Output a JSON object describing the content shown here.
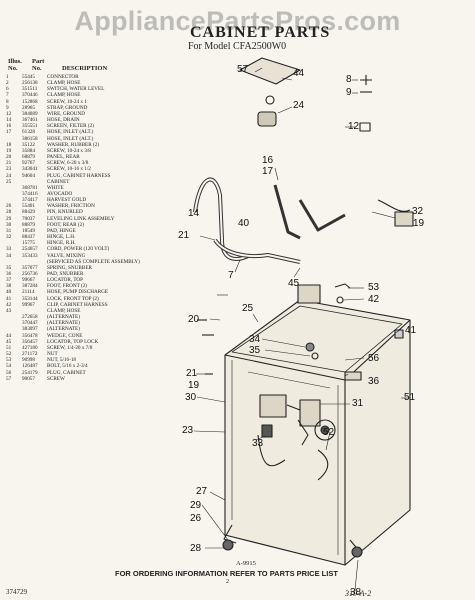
{
  "watermark": "AppliancePartsPros.com",
  "header": {
    "title": "CABINET PARTS",
    "subtitle": "For Model CFA2500W0"
  },
  "parts_header": {
    "illus_no": "Illus.\nNo.",
    "part_no": "Part\nNo.",
    "description": "DESCRIPTION"
  },
  "parts": [
    {
      "illus": "1",
      "part": "55445",
      "desc": "CONNECTOR"
    },
    {
      "illus": "2",
      "part": "256138",
      "desc": "CLAMP, HOSE"
    },
    {
      "illus": "6",
      "part": "351511",
      "desc": "SWITCH, WATER LEVEL"
    },
    {
      "illus": "7",
      "part": "370446",
      "desc": "CLAMP, HOSE"
    },
    {
      "illus": "8",
      "part": "152868",
      "desc": "SCREW, 10-24 x 1"
    },
    {
      "illus": "9",
      "part": "28965",
      "desc": "STRAP, GROUND"
    },
    {
      "illus": "12",
      "part": "384089",
      "desc": "WIRE, GROUND"
    },
    {
      "illus": "14",
      "part": "367461",
      "desc": "HOSE, DRAIN"
    },
    {
      "illus": "16",
      "part": "355551",
      "desc": "SCREEN, FILTER (2)"
    },
    {
      "illus": "17",
      "part": "61328",
      "desc": "HOSE, INLET (ALT.)"
    },
    {
      "illus": "",
      "part": "386158",
      "desc": "HOSE, INLET (ALT.)"
    },
    {
      "illus": "18",
      "part": "35122",
      "desc": "WASHER, RUBBER (2)"
    },
    {
      "illus": "19",
      "part": "35884",
      "desc": "SCREW, 10-24 x 3/8"
    },
    {
      "illus": "20",
      "part": "68879",
      "desc": "PANEL, REAR"
    },
    {
      "illus": "21",
      "part": "92767",
      "desc": "SCREW, 6-20 x 3/8"
    },
    {
      "illus": "23",
      "part": "343041",
      "desc": "SCREW, 10-16 x 1/2"
    },
    {
      "illus": "24",
      "part": "94604",
      "desc": "PLUG, CABINET HARNESS"
    },
    {
      "illus": "25",
      "part": "",
      "desc": "CABINET"
    },
    {
      "illus": "",
      "part": "368781",
      "desc": "WHITE"
    },
    {
      "illus": "",
      "part": "374416",
      "desc": "AVOCADO"
    },
    {
      "illus": "",
      "part": "374417",
      "desc": "HARVEST GOLD"
    },
    {
      "illus": "26",
      "part": "55401",
      "desc": "WASHER, FRICTION"
    },
    {
      "illus": "28",
      "part": "88429",
      "desc": "PIN, KNURLED"
    },
    {
      "illus": "29",
      "part": "70037",
      "desc": "LEVELING LINK ASSEMBLY"
    },
    {
      "illus": "30",
      "part": "88879",
      "desc": "FOOT, REAR (2)"
    },
    {
      "illus": "31",
      "part": "18549",
      "desc": "PAD, HINGE"
    },
    {
      "illus": "32",
      "part": "88437",
      "desc": "HINGE, L.H."
    },
    {
      "illus": "",
      "part": "15775",
      "desc": "HINGE, R.H."
    },
    {
      "illus": "33",
      "part": "254657",
      "desc": "CORD, POWER (120 VOLT)"
    },
    {
      "illus": "34",
      "part": "353433",
      "desc": "VALVE, MIXING"
    },
    {
      "illus": "",
      "part": "",
      "desc": "(SERVICED AS COMPLETE ASSEMBLY)"
    },
    {
      "illus": "35",
      "part": "357077",
      "desc": "SPRING, SNUBBER"
    },
    {
      "illus": "36",
      "part": "256736",
      "desc": "PAD, SNUBBER"
    },
    {
      "illus": "37",
      "part": "99667",
      "desc": "LOCATOR, TOP"
    },
    {
      "illus": "38",
      "part": "387284",
      "desc": "FOOT, FRONT (2)"
    },
    {
      "illus": "40",
      "part": "21114",
      "desc": "HOSE, PUMP DISCHARGE"
    },
    {
      "illus": "41",
      "part": "353144",
      "desc": "LOCK, FRONT TOP (2)"
    },
    {
      "illus": "42",
      "part": "99967",
      "desc": "CLIP, CABINET HARNESS"
    },
    {
      "illus": "43",
      "part": "",
      "desc": "CLAMP, HOSE"
    },
    {
      "illus": "",
      "part": "272658",
      "desc": "(ALTERNATE)"
    },
    {
      "illus": "",
      "part": "370447",
      "desc": "(ALTERNATE)"
    },
    {
      "illus": "",
      "part": "383097",
      "desc": "(ALTERNATE)"
    },
    {
      "illus": "44",
      "part": "356478",
      "desc": "WEDGE, CONE"
    },
    {
      "illus": "45",
      "part": "356457",
      "desc": "LOCATOR, TOP LOCK"
    },
    {
      "illus": "51",
      "part": "427180",
      "desc": "SCREW, 1/4-20 x 7/8"
    },
    {
      "illus": "52",
      "part": "271172",
      "desc": "NUT"
    },
    {
      "illus": "53",
      "part": "90998",
      "desc": "NUT, 5/16-18"
    },
    {
      "illus": "54",
      "part": "126487",
      "desc": "BOLT, 5/16 x 2-3/4"
    },
    {
      "illus": "56",
      "part": "254179",
      "desc": "PLUG, CABINET"
    },
    {
      "illus": "57",
      "part": "90057",
      "desc": "SCREW"
    }
  ],
  "callouts": [
    "57",
    "44",
    "24",
    "8",
    "9",
    "12",
    "16",
    "17",
    "14",
    "21",
    "40",
    "7",
    "45",
    "32",
    "19",
    "53",
    "42",
    "25",
    "20",
    "41",
    "34",
    "35",
    "56",
    "36",
    "21",
    "19",
    "30",
    "51",
    "31",
    "23",
    "33",
    "52",
    "27",
    "29",
    "26",
    "28",
    "38"
  ],
  "figure_id": "A-9915",
  "footer": {
    "order_info": "FOR ORDERING INFORMATION REFER TO PARTS PRICE LIST",
    "doc_id": "374729",
    "page": "2",
    "handwritten": "319-A-2"
  }
}
